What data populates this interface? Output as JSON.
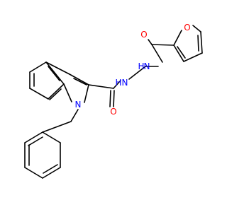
{
  "molecule": {
    "atom_labels": [
      {
        "id": "O-furan-carbonyl",
        "text": "O",
        "color": "#ff0000"
      },
      {
        "id": "N-amide-right",
        "text": "N",
        "color": "#0000ff"
      },
      {
        "id": "H-amide-right",
        "text": "H",
        "color": "#0000ff"
      },
      {
        "id": "N-amide-left",
        "text": "N",
        "color": "#0000ff"
      },
      {
        "id": "H-amide-left",
        "text": "H",
        "color": "#0000ff"
      },
      {
        "id": "O-furan-ring",
        "text": "O",
        "color": "#ff0000"
      },
      {
        "id": "O-indole-carbonyl",
        "text": "O",
        "color": "#ff0000"
      },
      {
        "id": "N-indole",
        "text": "N",
        "color": "#0000ff"
      }
    ]
  }
}
